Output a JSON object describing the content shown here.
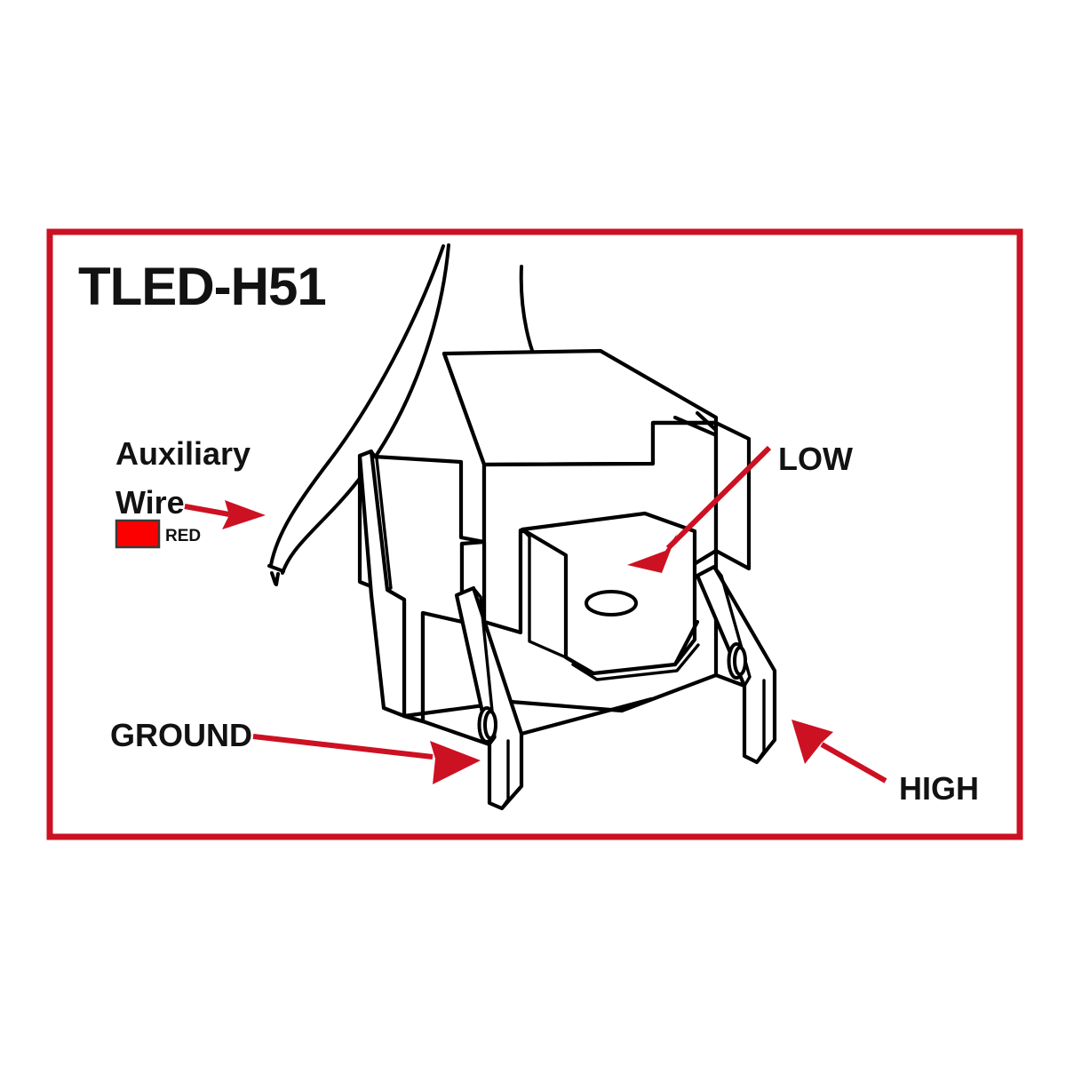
{
  "page": {
    "title": "TLED-H51",
    "background_color": "#ffffff",
    "frame_color": "#cc1122",
    "line_color": "#000000",
    "accent_red": "#cc1122",
    "swatch_red": "#fc0000"
  },
  "labels": {
    "auxiliary_line1": "Auxiliary",
    "auxiliary_line2": "Wire",
    "color_swatch_name": "RED",
    "low": "LOW",
    "high": "HIGH",
    "ground": "GROUND"
  },
  "callouts": [
    {
      "id": "auxiliary-wire",
      "text": "Auxiliary Wire",
      "color_code": "RED",
      "points_to": "wire-end",
      "arrow_direction": "right"
    },
    {
      "id": "low",
      "text": "LOW",
      "points_to": "center-blade-terminal",
      "arrow_direction": "down-left"
    },
    {
      "id": "high",
      "text": "HIGH",
      "points_to": "right-blade-terminal",
      "arrow_direction": "up-left"
    },
    {
      "id": "ground",
      "text": "GROUND",
      "points_to": "left-blade-terminal",
      "arrow_direction": "right-down"
    }
  ],
  "diagram": {
    "type": "technical-line-drawing",
    "subject": "H-series LED headlight bulb base adapter bracket",
    "terminals": [
      "LOW",
      "HIGH",
      "GROUND"
    ],
    "wires": [
      "Auxiliary Wire (RED)",
      "unlabeled wire"
    ]
  }
}
